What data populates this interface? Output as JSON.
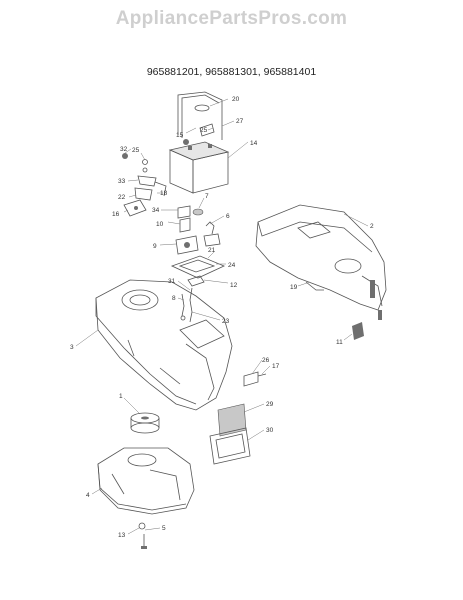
{
  "watermark": "AppliancePartsPros.com",
  "model_numbers": "965881201, 965881301, 965881401",
  "callouts": [
    {
      "id": "c1",
      "label": "1"
    },
    {
      "id": "c2",
      "label": "2"
    },
    {
      "id": "c3",
      "label": "3"
    },
    {
      "id": "c4",
      "label": "4"
    },
    {
      "id": "c5",
      "label": "5"
    },
    {
      "id": "c6",
      "label": "6"
    },
    {
      "id": "c7",
      "label": "7"
    },
    {
      "id": "c8",
      "label": "8"
    },
    {
      "id": "c9",
      "label": "9"
    },
    {
      "id": "c10",
      "label": "10"
    },
    {
      "id": "c11",
      "label": "11"
    },
    {
      "id": "c12",
      "label": "12"
    },
    {
      "id": "c13",
      "label": "13"
    },
    {
      "id": "c14",
      "label": "14"
    },
    {
      "id": "c15",
      "label": "15"
    },
    {
      "id": "c16",
      "label": "16"
    },
    {
      "id": "c17",
      "label": "17"
    },
    {
      "id": "c18",
      "label": "18"
    },
    {
      "id": "c19",
      "label": "19"
    },
    {
      "id": "c20",
      "label": "20"
    },
    {
      "id": "c21",
      "label": "21"
    },
    {
      "id": "c22",
      "label": "22"
    },
    {
      "id": "c23",
      "label": "23"
    },
    {
      "id": "c24",
      "label": "24"
    },
    {
      "id": "c25a",
      "label": "25"
    },
    {
      "id": "c25b",
      "label": "25"
    },
    {
      "id": "c26",
      "label": "26"
    },
    {
      "id": "c27",
      "label": "27"
    },
    {
      "id": "c29",
      "label": "29"
    },
    {
      "id": "c30",
      "label": "30"
    },
    {
      "id": "c31",
      "label": "31"
    },
    {
      "id": "c32",
      "label": "32"
    },
    {
      "id": "c33",
      "label": "33"
    },
    {
      "id": "c34",
      "label": "34"
    }
  ]
}
